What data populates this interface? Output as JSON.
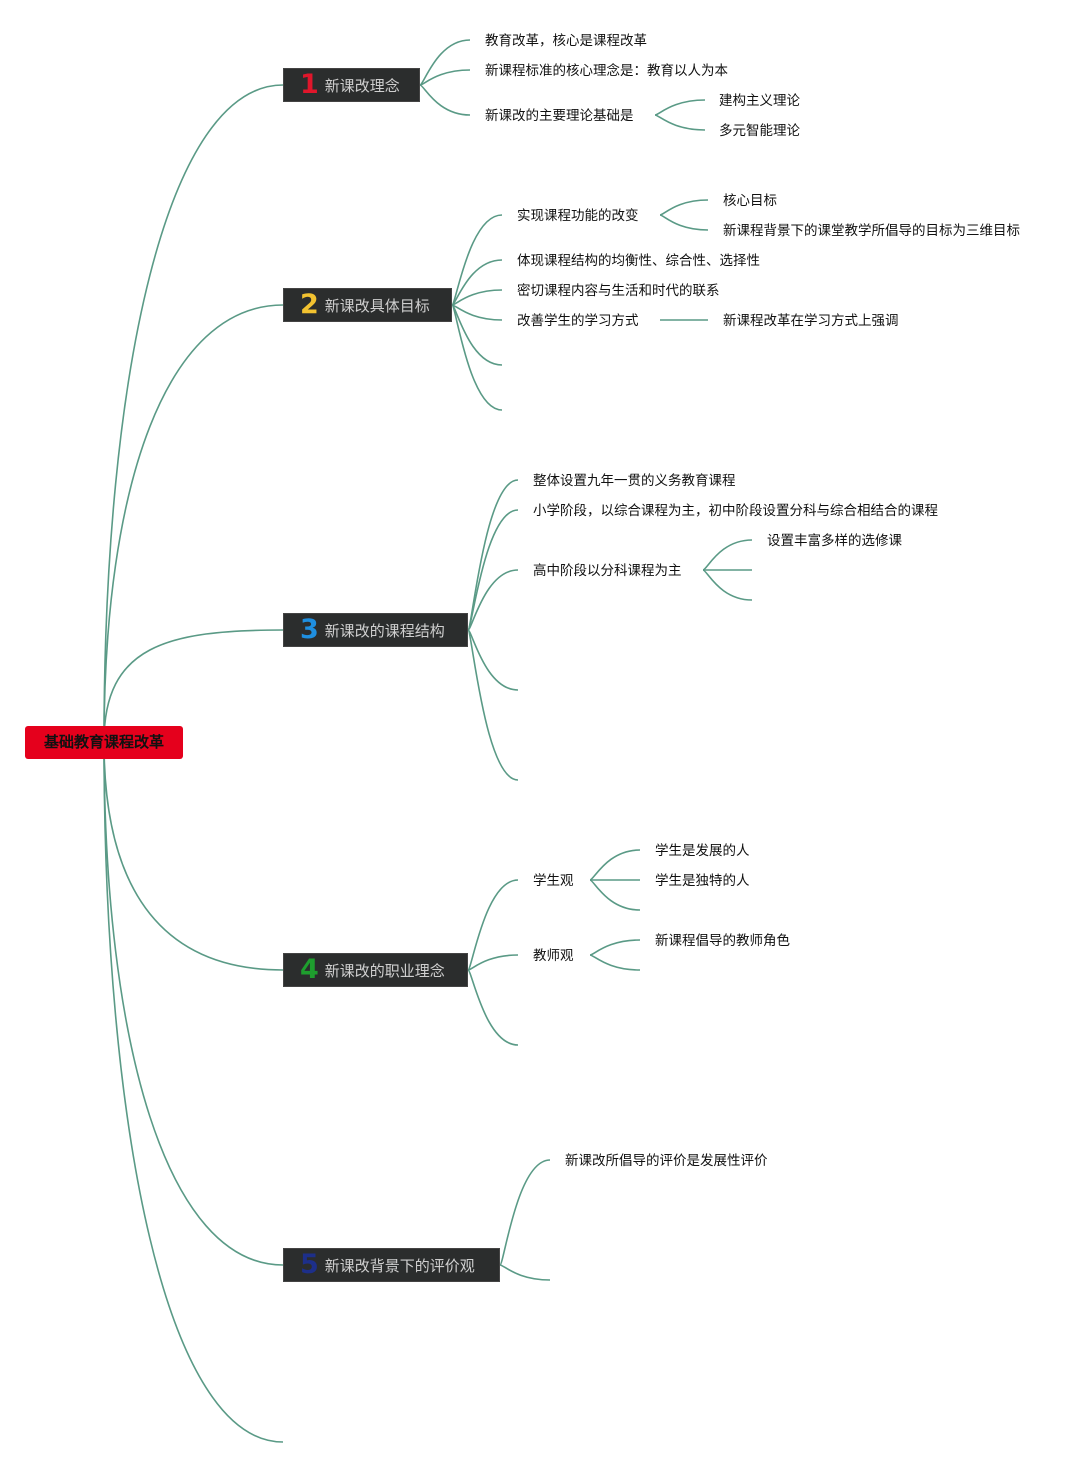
{
  "root": {
    "label": "基础教育课程改革",
    "color": "#e5001c"
  },
  "branches": [
    {
      "number": "1",
      "label": "新课改理念",
      "number_color": "#e0162b",
      "children": [
        {
          "label": "教育改革，核心是课程改革"
        },
        {
          "label": "新课程标准的核心理念是：教育以人为本"
        },
        {
          "label": "新课改的主要理论基础是",
          "children": [
            "建构主义理论",
            "多元智能理论"
          ]
        }
      ]
    },
    {
      "number": "2",
      "label": "新课改具体目标",
      "number_color": "#f2c230",
      "children": [
        {
          "label": "实现课程功能的改变",
          "children": [
            "核心目标",
            "新课程背景下的课堂教学所倡导的目标为三维目标"
          ]
        },
        {
          "label": "体现课程结构的均衡性、综合性、选择性"
        },
        {
          "label": "密切课程内容与生活和时代的联系"
        },
        {
          "label": "改善学生的学习方式",
          "children": [
            "新课程改革在学习方式上强调"
          ]
        }
      ]
    },
    {
      "number": "3",
      "label": "新课改的课程结构",
      "number_color": "#1f8fe0",
      "children": [
        {
          "label": "整体设置九年一贯的义务教育课程"
        },
        {
          "label": "小学阶段，以综合课程为主，初中阶段设置分科与综合相结合的课程"
        },
        {
          "label": "高中阶段以分科课程为主",
          "children": [
            "设置丰富多样的选修课"
          ]
        }
      ]
    },
    {
      "number": "4",
      "label": "新课改的职业理念",
      "number_color": "#1e9e2e",
      "children": [
        {
          "label": "学生观",
          "children": [
            "学生是发展的人",
            "学生是独特的人"
          ]
        },
        {
          "label": "教师观",
          "children": [
            "新课程倡导的教师角色"
          ]
        }
      ]
    },
    {
      "number": "5",
      "label": "新课改背景下的评价观",
      "number_color": "#1d2f8a",
      "children": [
        {
          "label": "新课改所倡导的评价是发展性评价"
        }
      ]
    }
  ],
  "edge_color": "#5a9a86"
}
